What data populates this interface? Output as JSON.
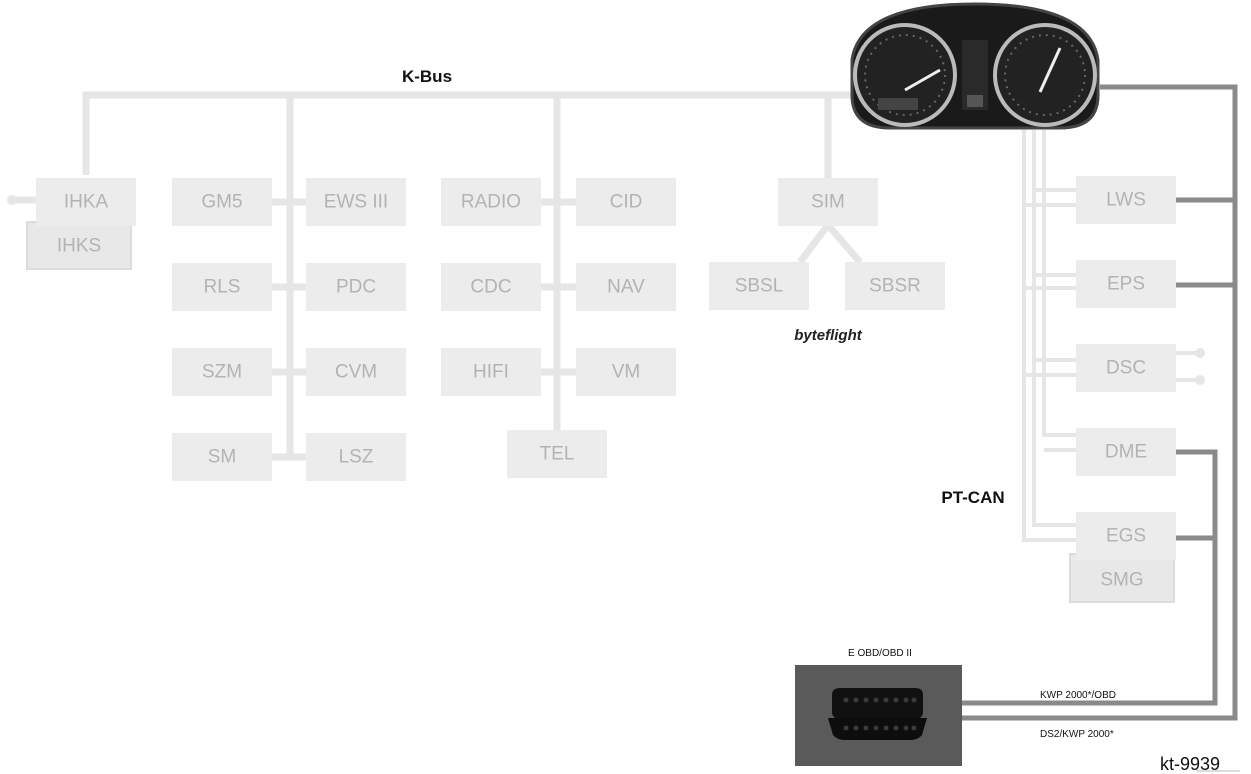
{
  "labels": {
    "kbus": "K-Bus",
    "ptcan": "PT-CAN",
    "byteflight": "byteflight",
    "obd": "E OBD/OBD II",
    "kwp_obd": "KWP 2000*/OBD",
    "ds2": "DS2/KWP 2000*",
    "figure_id": "kt-9939"
  },
  "modules": {
    "ihka": "IHKA",
    "ihks": "IHKS",
    "gm5": "GM5",
    "ews": "EWS III",
    "rls": "RLS",
    "pdc": "PDC",
    "szm": "SZM",
    "cvm": "CVM",
    "sm": "SM",
    "lsz": "LSZ",
    "radio": "RADIO",
    "cid": "CID",
    "cdc": "CDC",
    "nav": "NAV",
    "hifi": "HIFI",
    "vm": "VM",
    "tel": "TEL",
    "sim": "SIM",
    "sbsl": "SBSL",
    "sbsr": "SBSR",
    "lws": "LWS",
    "eps": "EPS",
    "dsc": "DSC",
    "dme": "DME",
    "egs": "EGS",
    "smg": "SMG"
  },
  "colors": {
    "bus_light": "#e6e6e6",
    "ptcan_dark": "#8a8a8a",
    "module_fill": "#ececec",
    "module_text": "#b3b3b3",
    "cluster_body": "#1a1a1a",
    "obd_box": "#5a5a5a"
  },
  "icons": {
    "instrument_cluster": "instrument-cluster-icon",
    "obd_connector": "obd-connector-icon"
  }
}
